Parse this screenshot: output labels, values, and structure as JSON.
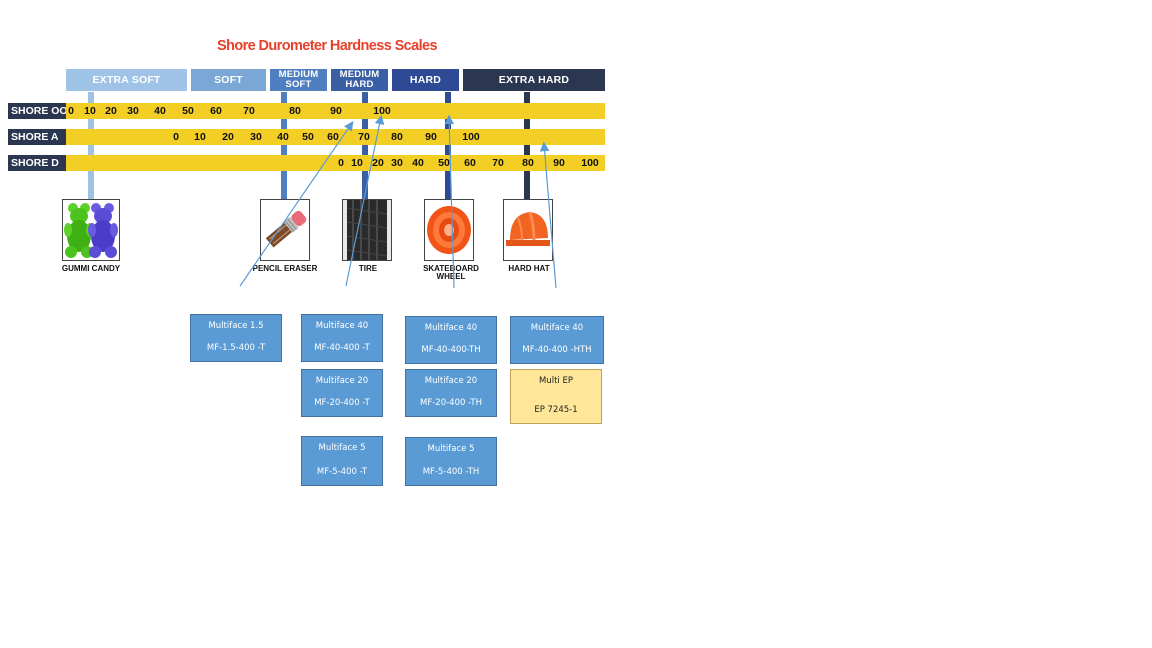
{
  "title": "Shore Durometer Hardness Scales",
  "categories": [
    {
      "label": "EXTRA SOFT",
      "color": "#9ec3e6"
    },
    {
      "label": "SOFT",
      "color": "#7aa7d6"
    },
    {
      "label": "MEDIUM SOFT",
      "color": "#4f7fc0"
    },
    {
      "label": "MEDIUM HARD",
      "color": "#3b5fa5"
    },
    {
      "label": "HARD",
      "color": "#2e4a94"
    },
    {
      "label": "EXTRA HARD",
      "color": "#2b3651"
    }
  ],
  "scales": [
    {
      "name": "SHORE OO",
      "ticks": [
        "0",
        "10",
        "20",
        "30",
        "40",
        "50",
        "60",
        "70",
        "80",
        "90",
        "100"
      ]
    },
    {
      "name": "SHORE A",
      "ticks": [
        "0",
        "10",
        "20",
        "30",
        "40",
        "50",
        "60",
        "70",
        "80",
        "90",
        "100"
      ]
    },
    {
      "name": "SHORE D",
      "ticks": [
        "0",
        "10",
        "20",
        "30",
        "40",
        "50",
        "60",
        "70",
        "80",
        "90",
        "100"
      ]
    }
  ],
  "materials": [
    {
      "label": "GUMMI CANDY",
      "icon": "gummy-bears-icon"
    },
    {
      "label": "PENCIL ERASER",
      "icon": "pencil-eraser-icon"
    },
    {
      "label": "TIRE",
      "icon": "tire-icon"
    },
    {
      "label": "SKATEBOARD WHEEL",
      "icon": "skateboard-wheel-icon"
    },
    {
      "label": "HARD HAT",
      "icon": "hard-hat-icon"
    }
  ],
  "products": [
    {
      "name": "Multiface 1.5",
      "code": "MF-1.5-400 -T"
    },
    {
      "name": "Multiface 40",
      "code": "MF-40-400 -T"
    },
    {
      "name": "Multiface 20",
      "code": "MF-20-400 -T"
    },
    {
      "name": "Multiface 5",
      "code": "MF-5-400 -T"
    },
    {
      "name": "Multiface 40",
      "code": "MF-40-400-TH"
    },
    {
      "name": "Multiface 20",
      "code": "MF-20-400 -TH"
    },
    {
      "name": "Multiface 5",
      "code": "MF-5-400 -TH"
    },
    {
      "name": "Multiface 40",
      "code": "MF-40-400 -HTH"
    },
    {
      "name": "Multi EP",
      "code": "EP 7245-1"
    }
  ],
  "colors": {
    "bar": "#f3cf26",
    "title": "#e8402a",
    "product": "#5b9bd5",
    "ep": "#ffe699",
    "arrow": "#5b9bd5"
  }
}
